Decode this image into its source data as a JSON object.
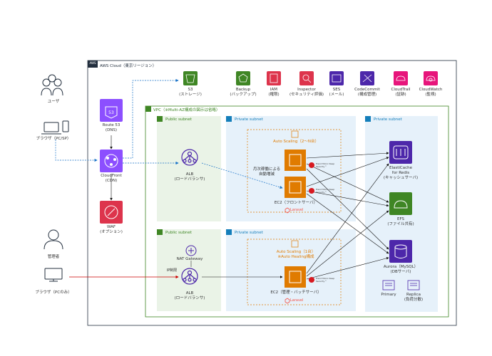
{
  "users": {
    "user_label": "ユーザ",
    "browser_label": "ブラウザ（PC/SP）",
    "admin_label": "管理者",
    "admin_browser_label": "ブラウザ（PCのみ）"
  },
  "cloud": {
    "badge": "AWS",
    "title": "AWS Cloud（東京リージョン）"
  },
  "edge": {
    "route53": "Route 53",
    "route53_sub": "(DNS)",
    "cloudfront": "CloudFront",
    "cloudfront_sub": "(CDN)",
    "waf": "WAF",
    "waf_sub": "(オプション)"
  },
  "services": [
    {
      "name": "S3",
      "sub": "(ストレージ)",
      "color": "#3f8624",
      "icon": "bucket-icon"
    },
    {
      "name": "Backup",
      "sub": "(バックアップ)",
      "color": "#3f8624",
      "icon": "backup-icon"
    },
    {
      "name": "IAM",
      "sub": "(権限)",
      "color": "#dd344c",
      "icon": "iam-icon"
    },
    {
      "name": "Inspector",
      "sub": "(セキュリティ評価)",
      "color": "#dd344c",
      "icon": "inspector-icon"
    },
    {
      "name": "SES",
      "sub": "(メール)",
      "color": "#4d27aa",
      "icon": "ses-icon"
    },
    {
      "name": "CodeCommit",
      "sub": "(構成管理)",
      "color": "#4d27aa",
      "icon": "codecommit-icon"
    },
    {
      "name": "CloudTrail",
      "sub": "(証跡)",
      "color": "#e7157b",
      "icon": "cloudtrail-icon"
    },
    {
      "name": "CloudWatch",
      "sub": "(監視)",
      "color": "#e7157b",
      "icon": "cloudwatch-icon"
    }
  ],
  "vpc": {
    "title": "VPC（※Multi-AZ構成の図示は省略）"
  },
  "subnets": {
    "public": "Public subnet",
    "private": "Private subnet"
  },
  "top": {
    "alb": "ALB",
    "alb_sub": "(ロードバランサ)",
    "asg": "Auto Scaling（2〜N台）",
    "asg_note1": "月次稼働による",
    "asg_note2": "自動増減",
    "ec2": "EC2（フロントサーバ）",
    "laravel": "Laravel",
    "deep_sec": "Trend Micro Deep Security™"
  },
  "bottom": {
    "nat": "NAT Gateway",
    "ip_limit": "IP制限",
    "alb": "ALB",
    "alb_sub": "(ロードバランサ)",
    "asg1": "Auto Scaling（1台）",
    "asg2": "※Auto Healing構成",
    "ec2": "EC2（管理・バッチサーバ）",
    "laravel": "Laravel",
    "deep_sec": "Trend Micro Deep Security™"
  },
  "data_tier": {
    "elasticache": "ElastiCache",
    "elasticache2": "for Redis",
    "elasticache_sub": "(キャッシュサーバ)",
    "efs": "EFS",
    "efs_sub": "(ファイル共有)",
    "aurora": "Aurora（MySQL）",
    "aurora_sub": "(DBサーバ)",
    "primary": "Primary",
    "replica": "Replica",
    "replica_sub": "(負荷分散)"
  }
}
